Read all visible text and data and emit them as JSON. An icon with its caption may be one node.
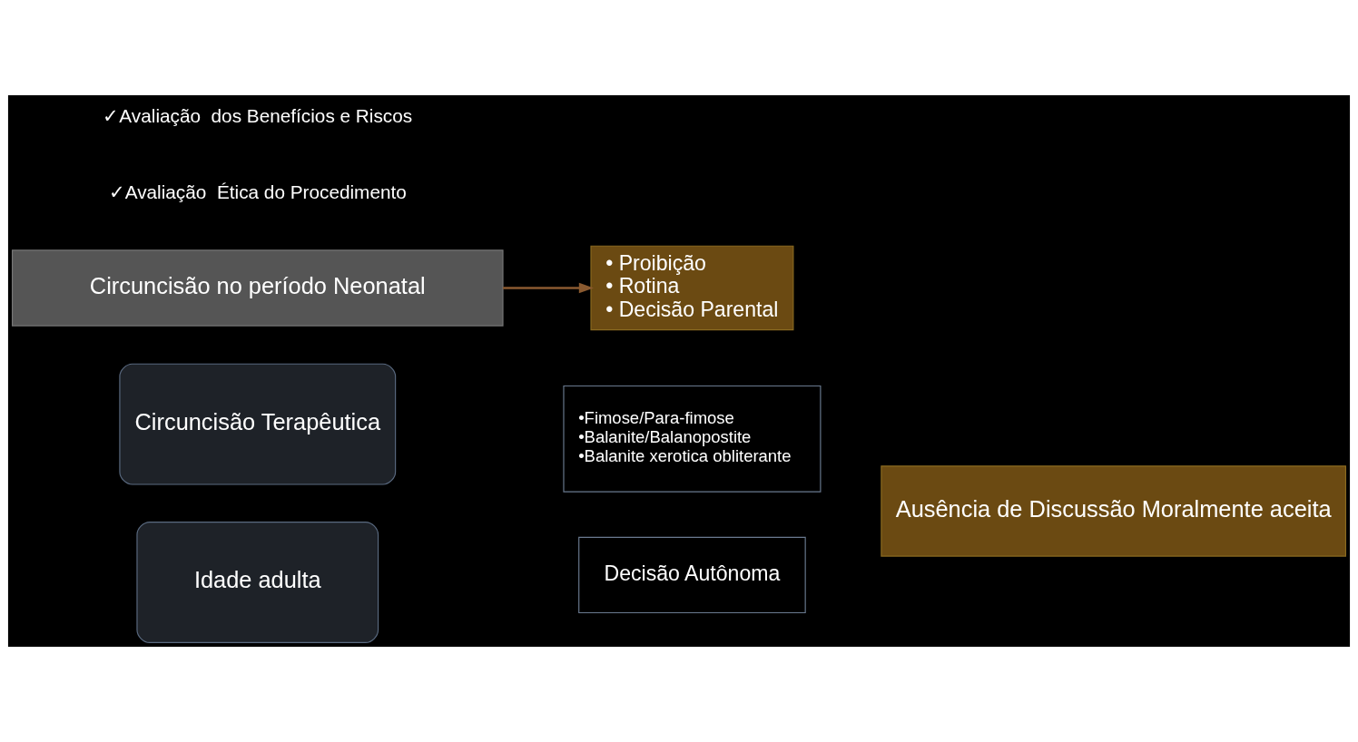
{
  "diagram": {
    "nodes": [
      {
        "text": [
          "Circuncisão Terapêutica"
        ]
      },
      {
        "text": [
          "•Fimose/Para-fimose",
          "•Balanite/Balanopostite",
          "•Balanite xerotica obliterante"
        ]
      },
      {
        "text": [
          "Idade adulta"
        ]
      },
      {
        "text": [
          "Decisão Autônoma"
        ]
      },
      {
        "text": [
          "Ausência de Discussão Moralmente aceita"
        ]
      },
      {
        "text": [
          "Circuncisão no período Neonatal"
        ]
      },
      {
        "text": [
          "• Proibição",
          "• Rotina",
          "• Decisão Parental"
        ]
      }
    ],
    "edges": [
      {
        "from": 5,
        "to": 6,
        "arrow": "to"
      }
    ],
    "labels": [
      "✓Avaliação  Ética do Procedimento",
      "✓Avaliação  dos Benefícios e Riscos"
    ]
  }
}
